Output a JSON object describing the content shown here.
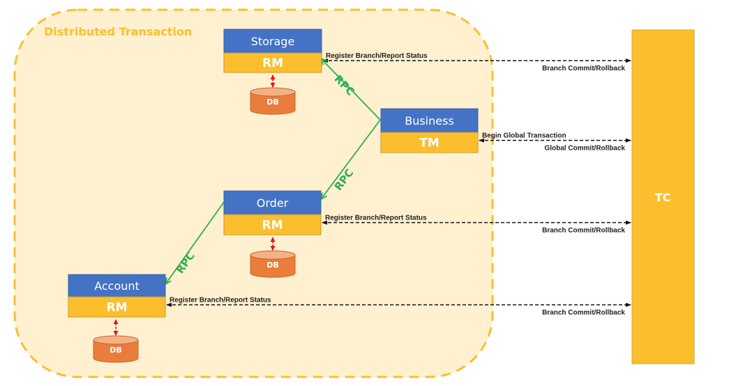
{
  "colors": {
    "boundary_fill": "#fff0cf",
    "boundary_stroke": "#fbbf2e",
    "node_top": "#4472c4",
    "node_bottom": "#fbbf2e",
    "db_fill": "#eb7d3c",
    "db_top": "#f4b183",
    "rpc": "#2ab04f",
    "db_link": "#e8161a",
    "message": "#111111",
    "tc_fill": "#fbbf2e"
  },
  "boundary": {
    "label": "Distributed Transaction"
  },
  "nodes": [
    {
      "id": "storage",
      "title": "Storage",
      "role": "RM",
      "has_db": true
    },
    {
      "id": "business",
      "title": "Business",
      "role": "TM",
      "has_db": false
    },
    {
      "id": "order",
      "title": "Order",
      "role": "RM",
      "has_db": true
    },
    {
      "id": "account",
      "title": "Account",
      "role": "RM",
      "has_db": true
    }
  ],
  "db_label": "DB",
  "tc": {
    "label": "TC"
  },
  "rpc_edges": [
    {
      "from": "business",
      "to": "storage",
      "label": "RPC"
    },
    {
      "from": "business",
      "to": "order",
      "label": "RPC"
    },
    {
      "from": "order",
      "to": "account",
      "label": "RPC"
    }
  ],
  "tc_edges": [
    {
      "node": "storage",
      "upper_label": "Register Branch/Report Status",
      "lower_label": "Branch Commit/Rollback"
    },
    {
      "node": "business",
      "upper_label": "Begin Global Transaction",
      "lower_label": "Global Commit/Rollback"
    },
    {
      "node": "order",
      "upper_label": "Register Branch/Report Status",
      "lower_label": "Branch Commit/Rollback"
    },
    {
      "node": "account",
      "upper_label": "Register Branch/Report Status",
      "lower_label": "Branch Commit/Rollback"
    }
  ]
}
